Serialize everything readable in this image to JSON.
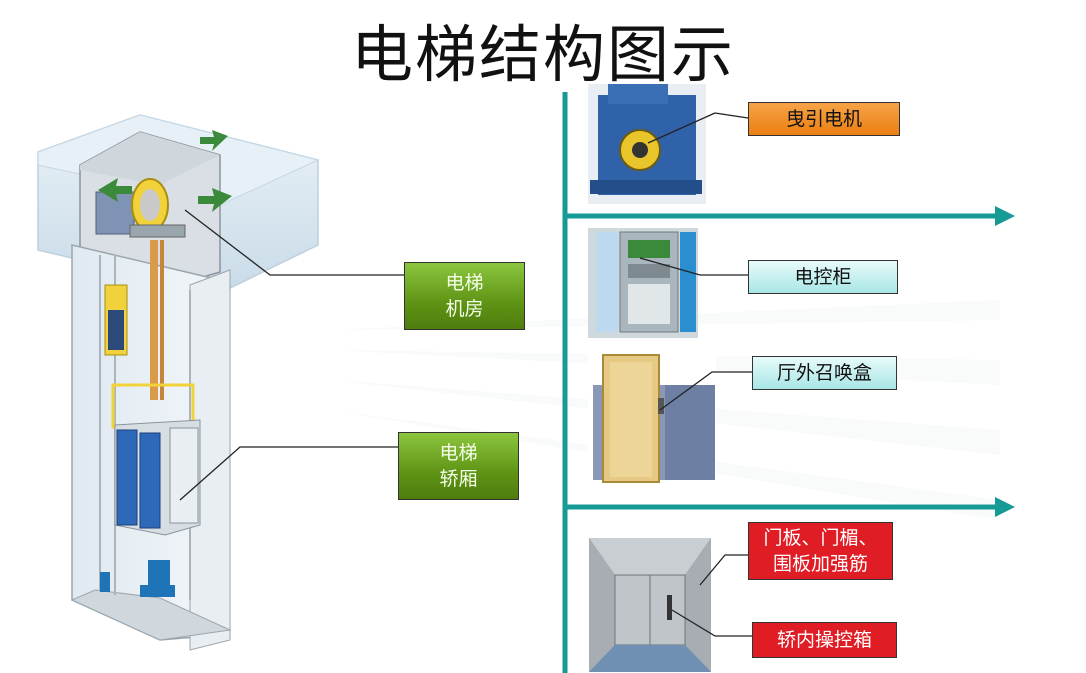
{
  "title": "电梯结构图示",
  "labels": {
    "machine_room_line1": "电梯",
    "machine_room_line2": "机房",
    "car_line1": "电梯",
    "car_line2": "轿厢",
    "traction_motor": "曳引电机",
    "control_cabinet": "电控柜",
    "hall_call_box": "厅外召唤盒",
    "door_panel_line1": "门板、门楣、",
    "door_panel_line2": "围板加强筋",
    "car_operating_panel": "轿内操控箱"
  },
  "colors": {
    "trunk": "#169a96",
    "label_green": "#5f9415",
    "label_orange": "#e97f12",
    "label_cyan": "#a8e6e6",
    "label_red": "#e01c24"
  }
}
